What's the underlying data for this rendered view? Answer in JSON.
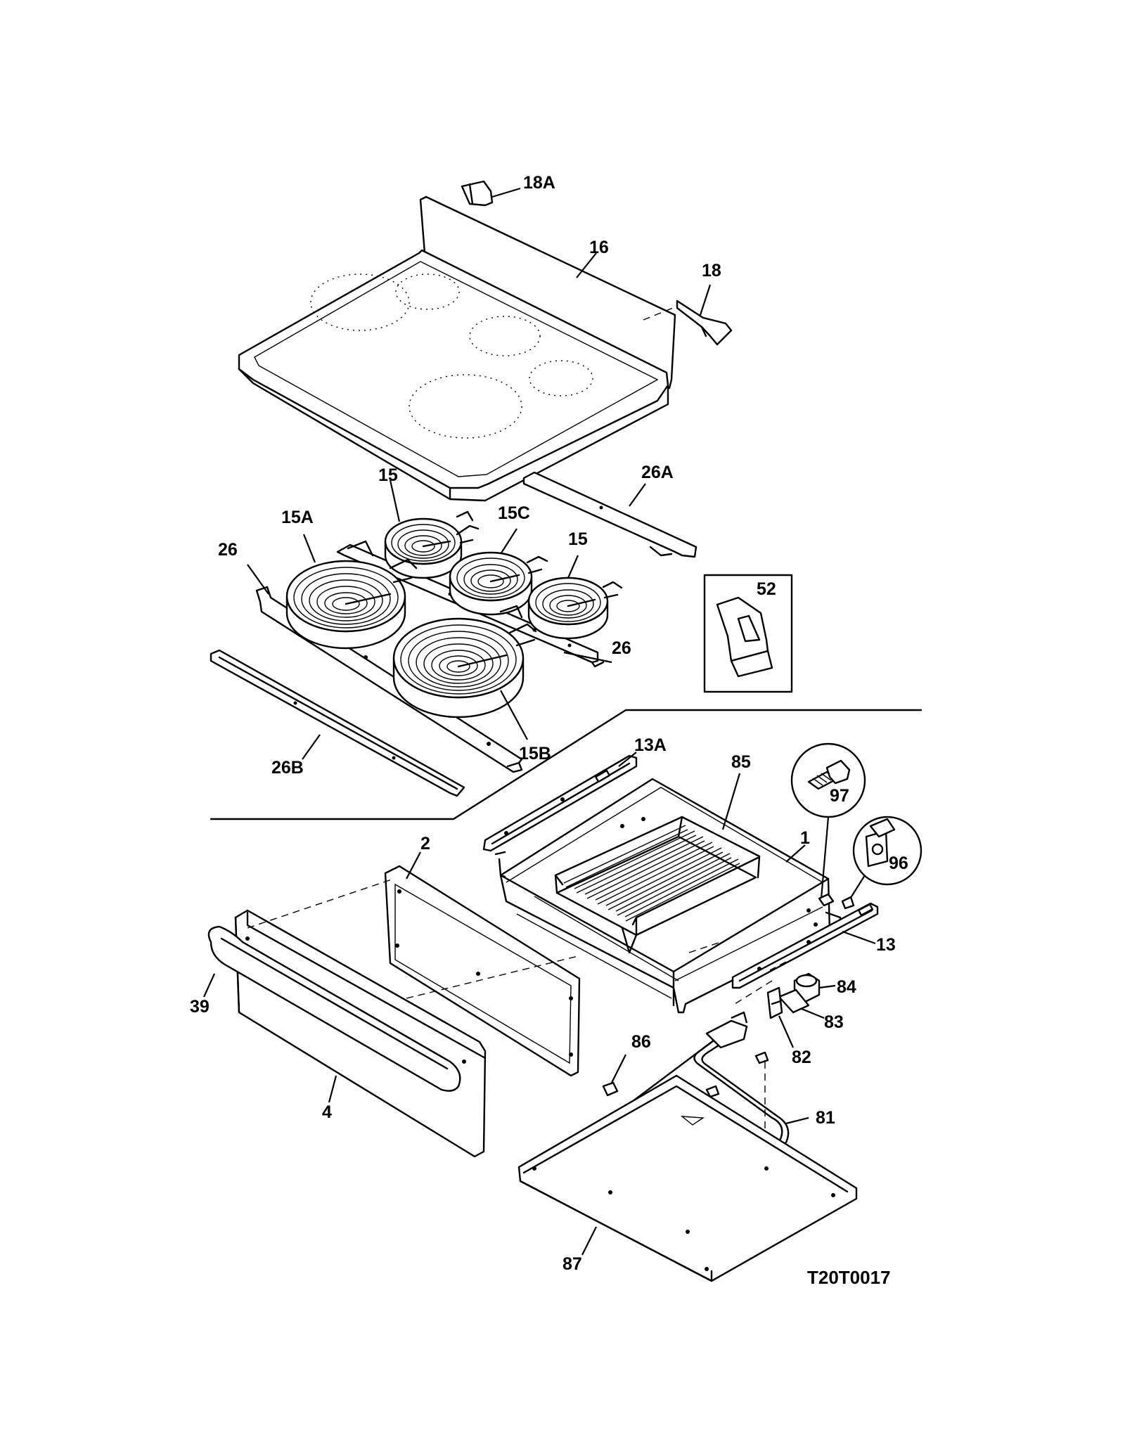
{
  "diagram_code": "T20T0017",
  "parts": [
    {
      "id": "18A"
    },
    {
      "id": "16"
    },
    {
      "id": "18"
    },
    {
      "id": "26A"
    },
    {
      "id": "15"
    },
    {
      "id": "15C"
    },
    {
      "id": "15A"
    },
    {
      "id": "15B"
    },
    {
      "id": "26"
    },
    {
      "id": "26B"
    },
    {
      "id": "52"
    },
    {
      "id": "13A"
    },
    {
      "id": "85"
    },
    {
      "id": "97"
    },
    {
      "id": "1"
    },
    {
      "id": "96"
    },
    {
      "id": "2"
    },
    {
      "id": "13"
    },
    {
      "id": "39"
    },
    {
      "id": "84"
    },
    {
      "id": "83"
    },
    {
      "id": "82"
    },
    {
      "id": "86"
    },
    {
      "id": "81"
    },
    {
      "id": "4"
    },
    {
      "id": "87"
    }
  ],
  "callout_labels": {
    "l18A": "18A",
    "l16": "16",
    "l18": "18",
    "l26A": "26A",
    "l15a": "15",
    "l15C": "15C",
    "l15b": "15",
    "l15A": "15A",
    "l26a": "26",
    "l26b": "26",
    "l15B": "15B",
    "l26B": "26B",
    "l52": "52",
    "l13A": "13A",
    "l85": "85",
    "l97": "97",
    "l1": "1",
    "l96": "96",
    "l2": "2",
    "l13": "13",
    "l39": "39",
    "l84": "84",
    "l83": "83",
    "l82": "82",
    "l86": "86",
    "l81": "81",
    "l4": "4",
    "l87": "87"
  }
}
